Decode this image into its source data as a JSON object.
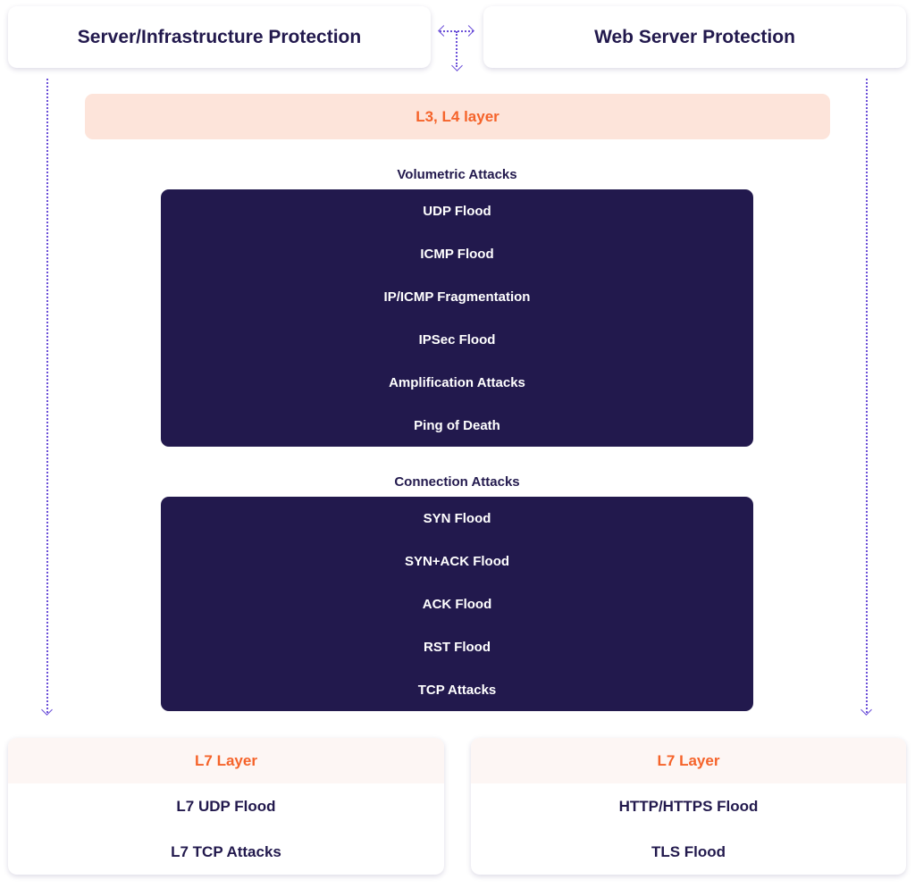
{
  "top": {
    "left": "Server/Infrastructure Protection",
    "right": "Web Server Protection"
  },
  "l34": "L3, L4 layer",
  "volumetric": {
    "title": "Volumetric Attacks",
    "items": [
      "UDP Flood",
      "ICMP Flood",
      "IP/ICMP Fragmentation",
      "IPSec Flood",
      "Amplification Attacks",
      "Ping of Death"
    ]
  },
  "connection": {
    "title": "Connection Attacks",
    "items": [
      "SYN Flood",
      "SYN+ACK Flood",
      "ACK Flood",
      "RST Flood",
      "TCP Attacks"
    ]
  },
  "l7left": {
    "title": "L7 Layer",
    "items": [
      "L7 UDP Flood",
      "L7 TCP Attacks"
    ]
  },
  "l7right": {
    "title": "L7 Layer",
    "items": [
      "HTTP/HTTPS Flood",
      "TLS Flood"
    ]
  },
  "colors": {
    "navy": "#22194d",
    "orange": "#f5632a",
    "peach": "#fde4da",
    "arrow": "#6b4fd8"
  }
}
